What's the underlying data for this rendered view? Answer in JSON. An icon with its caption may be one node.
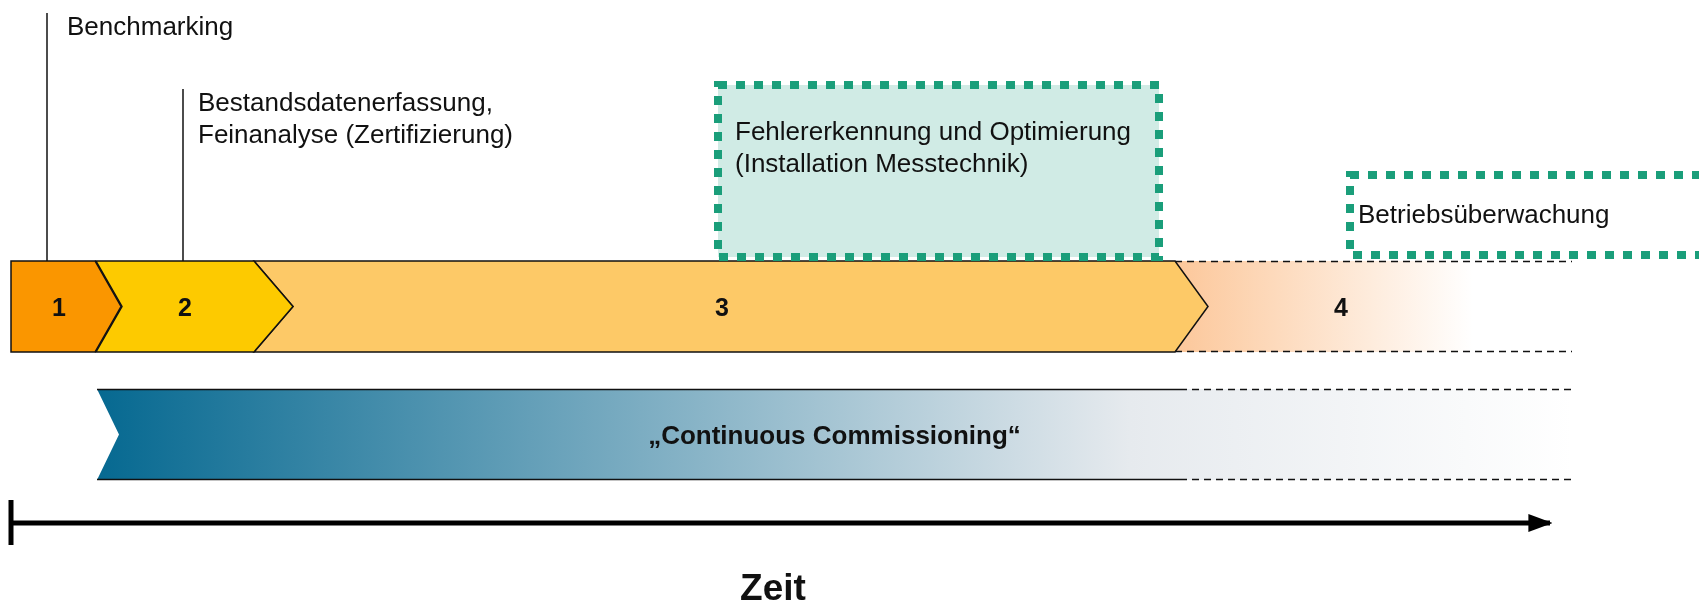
{
  "diagram": {
    "nodes": [
      {
        "text": [
          "Benchmarking"
        ]
      },
      {
        "text": [
          "Bestandsdatenerfassung, Feinanalyse (Zertifizierung)"
        ]
      },
      {
        "text": [
          "Fehlererkennung und Optimierung (Installation Messtechnik)"
        ]
      },
      {
        "text": [
          "Betriebsüberwachung"
        ]
      },
      {
        "text": [
          "1"
        ]
      },
      {
        "text": [
          "2"
        ]
      },
      {
        "text": [
          "3"
        ]
      },
      {
        "text": [
          "4"
        ]
      },
      {
        "text": [
          "„Continuous Commissioning“"
        ]
      }
    ],
    "edges": [
      {
        "from": 0,
        "to": 4,
        "arrow": "none"
      },
      {
        "from": 1,
        "to": 5,
        "arrow": "none"
      }
    ],
    "labels": [
      "Zeit"
    ]
  }
}
